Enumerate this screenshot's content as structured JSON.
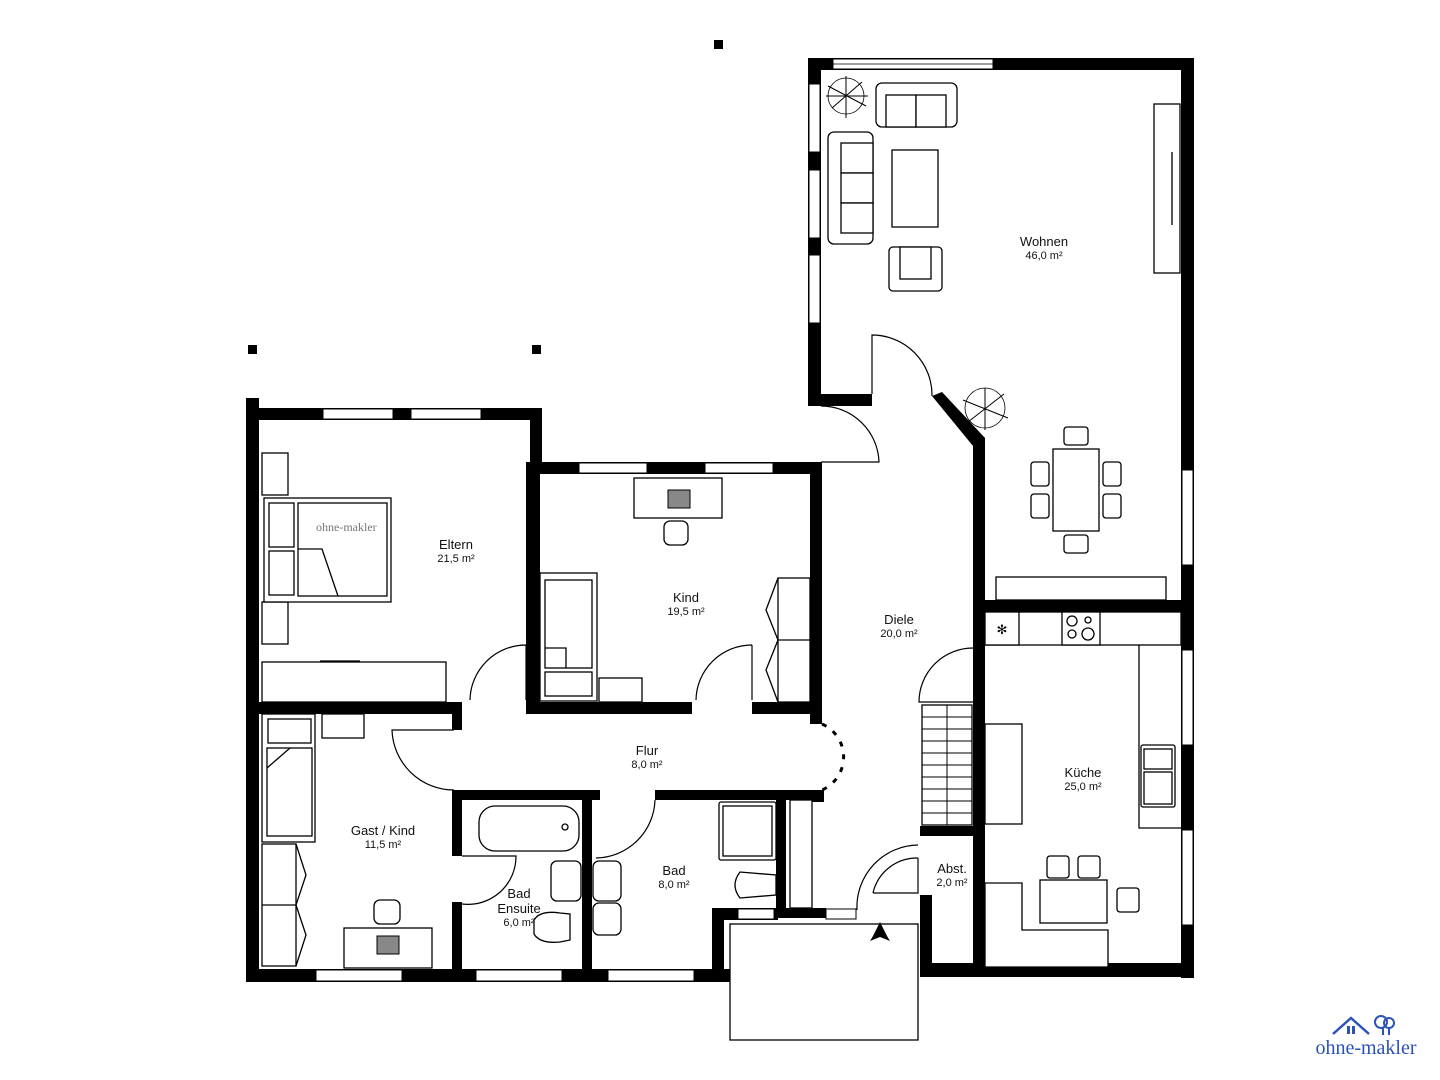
{
  "plan": {
    "type": "floor-plan",
    "rooms": [
      {
        "id": "wohnen",
        "name": "Wohnen",
        "area": "46,0 m²"
      },
      {
        "id": "eltern",
        "name": "Eltern",
        "area": "21,5 m²"
      },
      {
        "id": "kind",
        "name": "Kind",
        "area": "19,5 m²"
      },
      {
        "id": "diele",
        "name": "Diele",
        "area": "20,0 m²"
      },
      {
        "id": "flur",
        "name": "Flur",
        "area": "8,0 m²"
      },
      {
        "id": "kueche",
        "name": "Küche",
        "area": "25,0 m²"
      },
      {
        "id": "gast",
        "name": "Gast / Kind",
        "area": "11,5 m²"
      },
      {
        "id": "bad-ensuite",
        "name": "Bad\nEnsuite",
        "name_line1": "Bad",
        "name_line2": "Ensuite",
        "area": "6,0 m²"
      },
      {
        "id": "bad",
        "name": "Bad",
        "area": "8,0 m²"
      },
      {
        "id": "abst",
        "name": "Abst.",
        "area": "2,0 m²"
      }
    ],
    "entrance_icon": "entrance-arrow-icon"
  },
  "branding": {
    "logo_text": "ohne-makler",
    "logo_color": "#2a52b8",
    "watermark_text": "ohne-makler"
  }
}
